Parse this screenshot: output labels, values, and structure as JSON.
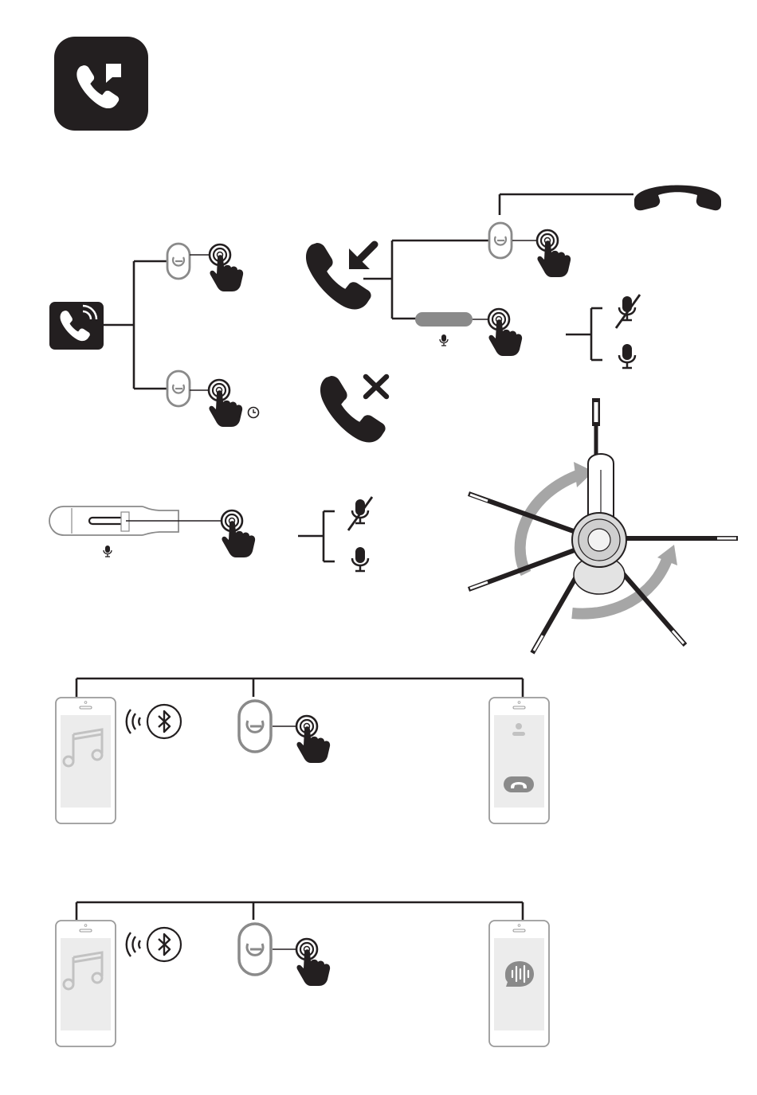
{
  "page": {
    "title": "",
    "text_labels": []
  },
  "colors": {
    "ink": "#231f20",
    "button_gray": "#8a8a8a",
    "arrow_gray": "#a6a6a6",
    "phone_screen": "#ececec",
    "phone_outline": "#9a9a9a",
    "headset_light": "#d9d9d9"
  },
  "icons": {
    "section_header": "phone-with-message-icon",
    "incoming_call": "ringing-phone-icon",
    "answer": "incoming-call-arrow-icon",
    "reject": "call-reject-x-icon",
    "end_call": "hang-up-icon",
    "mute": "mic-muted-icon",
    "unmute": "mic-icon",
    "hold_timer": "clock-icon",
    "bluetooth": "bluetooth-icon",
    "music": "music-note-icon",
    "voice_assistant": "voice-assistant-icon",
    "press": "finger-press-icon",
    "power_button": "power-button-icon"
  },
  "flows": [
    {
      "name": "answer",
      "trigger": "short-press",
      "result": "answer-call"
    },
    {
      "name": "reject",
      "trigger": "long-press",
      "result": "reject-call"
    },
    {
      "name": "end-call",
      "trigger": "short-press",
      "result": "hang-up"
    },
    {
      "name": "mute-toggle",
      "trigger": "press-mute-button",
      "result": [
        "mute",
        "unmute"
      ]
    },
    {
      "name": "mute-boom",
      "trigger": "press-boom-mute",
      "result": [
        "mute",
        "unmute"
      ]
    },
    {
      "name": "boom-rotation",
      "trigger": "rotate-boom",
      "result": "boom-position"
    },
    {
      "name": "transfer-call",
      "trigger": "short-press",
      "result": "call-transferred-to-phone"
    },
    {
      "name": "voice-assistant",
      "trigger": "short-press",
      "result": "voice-assistant-active"
    }
  ]
}
